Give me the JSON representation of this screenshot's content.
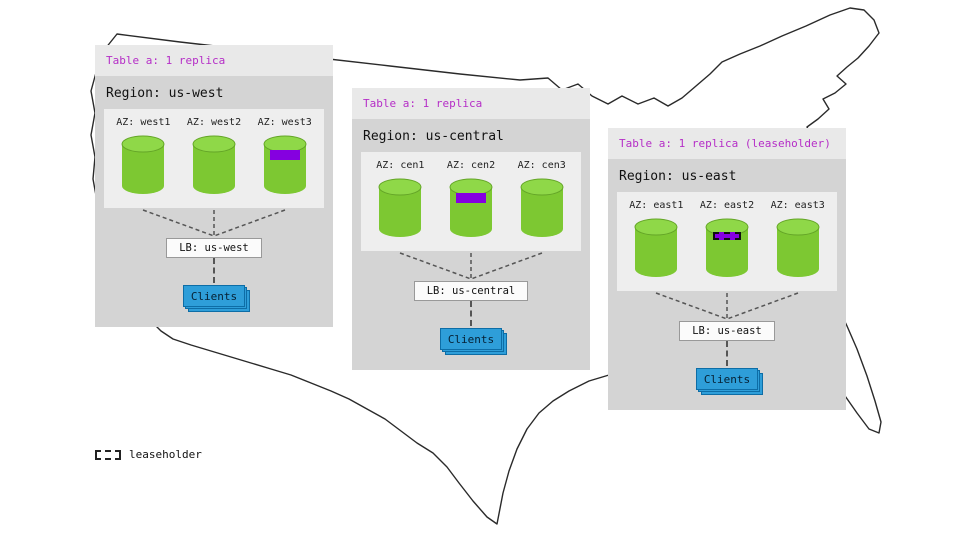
{
  "regions": [
    {
      "name": "us-west",
      "table_label": "Table a: 1 replica",
      "region_label": "Region: us-west",
      "azs": [
        {
          "label": "AZ: west1",
          "has_replica": false,
          "is_leaseholder": false
        },
        {
          "label": "AZ: west2",
          "has_replica": false,
          "is_leaseholder": false
        },
        {
          "label": "AZ: west3",
          "has_replica": true,
          "is_leaseholder": false
        }
      ],
      "lb_label": "LB: us-west",
      "clients_label": "Clients"
    },
    {
      "name": "us-central",
      "table_label": "Table a: 1 replica",
      "region_label": "Region: us-central",
      "azs": [
        {
          "label": "AZ: cen1",
          "has_replica": false,
          "is_leaseholder": false
        },
        {
          "label": "AZ: cen2",
          "has_replica": true,
          "is_leaseholder": false
        },
        {
          "label": "AZ: cen3",
          "has_replica": false,
          "is_leaseholder": false
        }
      ],
      "lb_label": "LB: us-central",
      "clients_label": "Clients"
    },
    {
      "name": "us-east",
      "table_label": "Table a: 1 replica (leaseholder)",
      "region_label": "Region: us-east",
      "azs": [
        {
          "label": "AZ: east1",
          "has_replica": false,
          "is_leaseholder": false
        },
        {
          "label": "AZ: east2",
          "has_replica": true,
          "is_leaseholder": true
        },
        {
          "label": "AZ: east3",
          "has_replica": false,
          "is_leaseholder": false
        }
      ],
      "lb_label": "LB: us-east",
      "clients_label": "Clients"
    }
  ],
  "legend": {
    "label": "leaseholder"
  },
  "colors": {
    "cylinder_green": "#7dc832",
    "cylinder_top_green": "#8fd848",
    "replica_purple": "#8500e0",
    "table_label_purple": "#b52ec7",
    "clients_blue": "#2e9ed9",
    "panel_gray": "#d4d4d4"
  }
}
